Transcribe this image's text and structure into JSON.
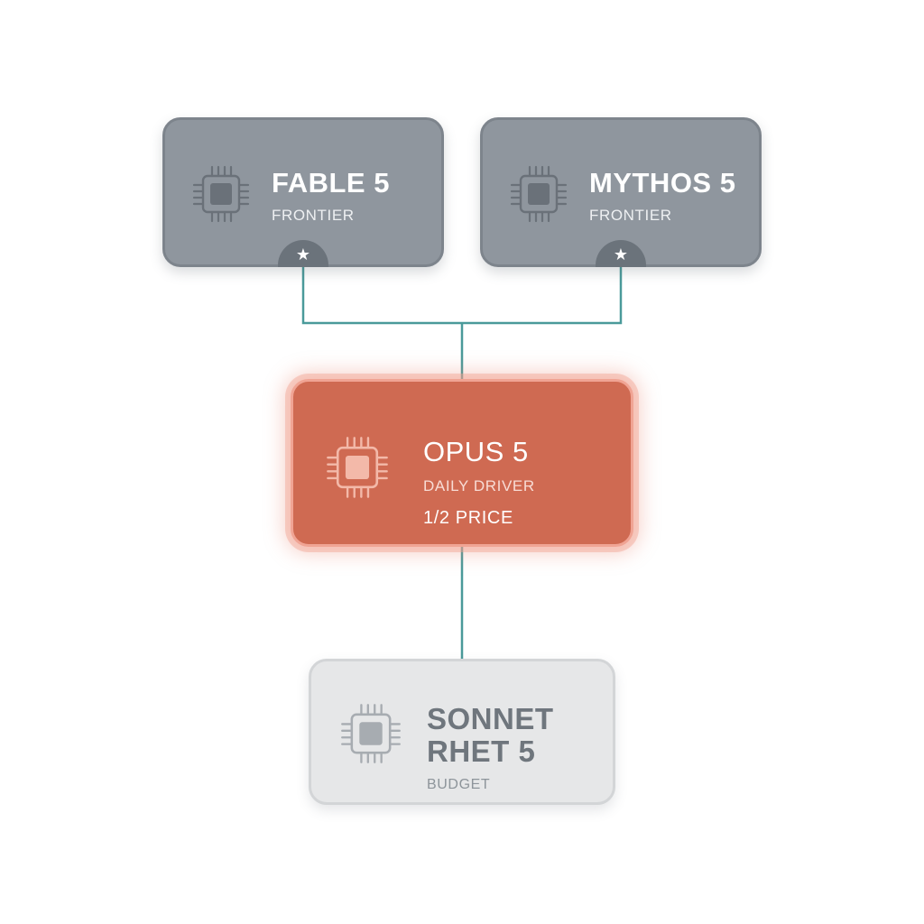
{
  "nodes": {
    "fable": {
      "title": "FABLE 5",
      "subtitle": "FRONTIER",
      "badge": "★"
    },
    "mythos": {
      "title": "MYTHOS 5",
      "subtitle": "FRONTIER",
      "badge": "★"
    },
    "opus": {
      "title": "OPUS 5",
      "subtitle": "DAILY DRIVER",
      "note": "1/2 PRICE"
    },
    "sonnet": {
      "title": "SONNET RHET 5",
      "subtitle": "BUDGET"
    }
  },
  "icons": {
    "node_icon": "cpu-chip-icon",
    "badge_icon": "star-icon"
  },
  "colors": {
    "frontier_fill": "#8f969e",
    "highlight_fill": "#cf6a52",
    "highlight_glow": "#f0a494",
    "budget_fill": "#e6e7e8",
    "connector": "#4a9a9a"
  }
}
